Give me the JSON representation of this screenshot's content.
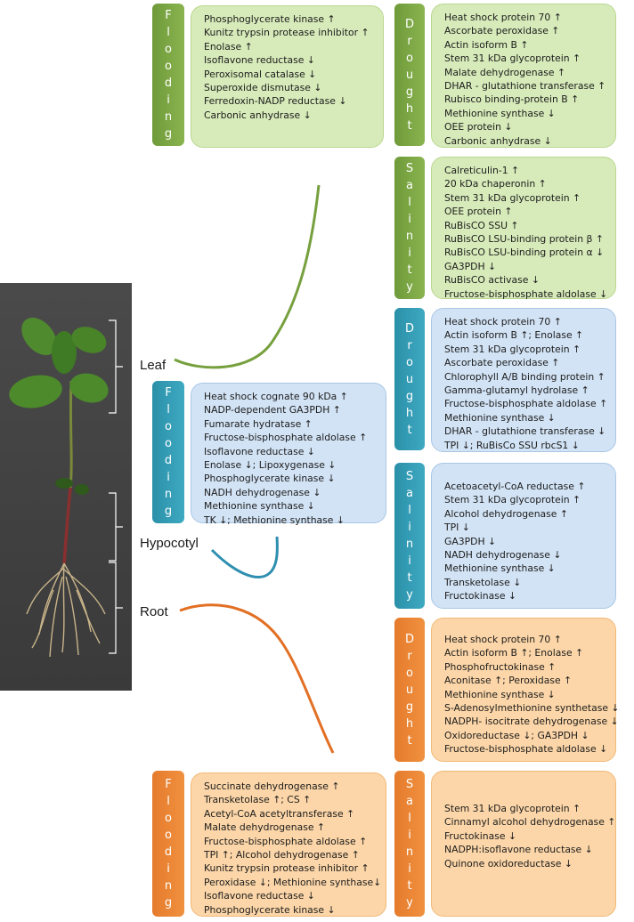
{
  "plant_parts": {
    "leaf": "Leaf",
    "hypocotyl": "Hypocotyl",
    "root": "Root"
  },
  "colors": {
    "leaf": "#76a03e",
    "hypocotyl": "#2f8fb0",
    "root": "#e26f23"
  },
  "leaf": {
    "flooding": {
      "label": [
        "F",
        "l",
        "o",
        "o",
        "d",
        "i",
        "n",
        "g"
      ],
      "items": [
        "Phosphoglycerate kinase ↑",
        "Kunitz trypsin protease inhibitor ↑",
        "Enolase ↑",
        "Isoflavone reductase ↓",
        "Peroxisomal catalase ↓",
        "Superoxide dismutase ↓",
        "Ferredoxin-NADP reductase ↓",
        "Carbonic anhydrase ↓"
      ]
    },
    "drought": {
      "label": [
        "D",
        "r",
        "o",
        "u",
        "g",
        "h",
        "t"
      ],
      "items": [
        "Heat shock protein 70 ↑",
        "Ascorbate peroxidase ↑",
        "Actin isoform B ↑",
        "Stem 31 kDa glycoprotein ↑",
        "Malate dehydrogenase ↑",
        "DHAR - glutathione transferase ↑",
        "Rubisco binding-protein B ↑",
        "Methionine synthase ↓",
        "OEE protein ↓",
        "Carbonic anhydrase ↓"
      ]
    },
    "salinity": {
      "label": [
        "S",
        "a",
        "l",
        "i",
        "n",
        "i",
        "t",
        "y"
      ],
      "items": [
        "Calreticulin-1 ↑",
        "20 kDa chaperonin ↑",
        "Stem 31 kDa glycoprotein ↑",
        "OEE protein ↑",
        "RuBisCO SSU ↑",
        "RuBisCO LSU-binding protein β ↑",
        "RuBisCO LSU-binding protein α ↓",
        "GA3PDH ↓",
        "RuBisCO activase ↓",
        "Fructose-bisphosphate aldolase ↓"
      ]
    }
  },
  "hypocotyl": {
    "flooding": {
      "label": [
        "F",
        "l",
        "o",
        "o",
        "d",
        "i",
        "n",
        "g"
      ],
      "items": [
        "Heat shock cognate 90 kDa ↑",
        "NADP-dependent GA3PDH ↑",
        "Fumarate hydratase ↑",
        "Fructose-bisphosphate aldolase ↑",
        "Isoflavone reductase ↓",
        "Enolase ↓; Lipoxygenase ↓",
        "Phosphoglycerate kinase ↓",
        "NADH dehydrogenase ↓",
        "Methionine synthase ↓",
        "TK ↓; Methionine synthase ↓"
      ]
    },
    "drought": {
      "label": [
        "D",
        "r",
        "o",
        "u",
        "g",
        "h",
        "t"
      ],
      "items": [
        "Heat shock protein 70 ↑",
        "Actin isoform B ↑; Enolase ↑",
        "Stem 31 kDa glycoprotein ↑",
        "Ascorbate peroxidase ↑",
        "Chlorophyll A/B binding protein ↑",
        "Gamma-glutamyl hydrolase ↑",
        "Fructose-bisphosphate aldolase ↑",
        "Methionine synthase ↓",
        "DHAR - glutathione transferase ↓",
        "TPI ↓; RuBisCo SSU rbcS1 ↓"
      ]
    },
    "salinity": {
      "label": [
        "S",
        "a",
        "l",
        "i",
        "n",
        "i",
        "t",
        "y"
      ],
      "items": [
        "Acetoacetyl-CoA reductase ↑",
        "Stem 31 kDa glycoprotein ↑",
        "Alcohol dehydrogenase ↑",
        "TPI ↓",
        "GA3PDH ↓",
        "NADH dehydrogenase ↓",
        "Methionine synthase ↓",
        "Transketolase ↓",
        "Fructokinase ↓"
      ]
    }
  },
  "root": {
    "drought": {
      "label": [
        "D",
        "r",
        "o",
        "u",
        "g",
        "h",
        "t"
      ],
      "items": [
        "Heat shock protein 70 ↑",
        "Actin isoform B ↑; Enolase ↑",
        "Phosphofructokinase ↑",
        "Aconitase ↑; Peroxidase ↑",
        "Methionine synthase ↓",
        "S-Adenosylmethionine synthetase ↓",
        "NADPH- isocitrate dehydrogenase ↓",
        "Oxidoreductase ↓; GA3PDH ↓",
        "Fructose-bisphosphate aldolase ↓"
      ]
    },
    "flooding": {
      "label": [
        "F",
        "l",
        "o",
        "o",
        "d",
        "i",
        "n",
        "g"
      ],
      "items": [
        "Succinate dehydrogenase ↑",
        "Transketolase ↑; CS ↑",
        "Acetyl-CoA acetyltransferase ↑",
        "Malate dehydrogenase ↑",
        "Fructose-bisphosphate aldolase ↑",
        "TPI ↑; Alcohol dehydrogenase ↑",
        "Kunitz trypsin protease inhibitor ↑",
        "Peroxidase ↓; Methionine synthase↓",
        "Isoflavone reductase ↓",
        "Phosphoglycerate kinase ↓"
      ]
    },
    "salinity": {
      "label": [
        "S",
        "a",
        "l",
        "i",
        "n",
        "i",
        "t",
        "y"
      ],
      "items": [
        "Stem 31 kDa glycoprotein ↑",
        "Cinnamyl alcohol dehydrogenase ↑",
        "Fructokinase ↓",
        "NADPH:isoflavone reductase ↓",
        "Quinone oxidoreductase ↓"
      ]
    }
  }
}
